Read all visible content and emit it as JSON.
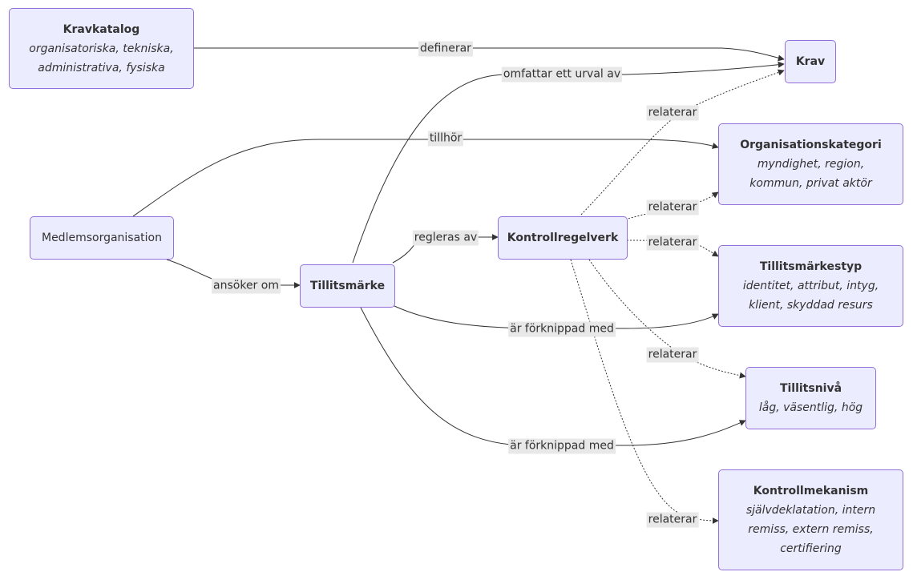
{
  "nodes": {
    "kravkatalog": {
      "title": "Kravkatalog",
      "sub1": "organisatoriska, tekniska,",
      "sub2": "administrativa, fysiska"
    },
    "krav": {
      "title": "Krav"
    },
    "organisationskategori": {
      "title": "Organisationskategori",
      "sub1": "myndighet, region,",
      "sub2": "kommun, privat aktör"
    },
    "medlemsorganisation": {
      "title": "Medlemsorganisation"
    },
    "tillitsmarke": {
      "title": "Tillitsmärke"
    },
    "kontrollregelverk": {
      "title": "Kontrollregelverk"
    },
    "tillitsmarkestyp": {
      "title": "Tillitsmärkestyp",
      "sub1": "identitet, attribut, intyg,",
      "sub2": "klient, skyddad resurs"
    },
    "tillitsniva": {
      "title": "Tillitsnivå",
      "sub1": "låg, väsentlig, hög"
    },
    "kontrollmekanism": {
      "title": "Kontrollmekanism",
      "sub1": "självdeklatation, intern",
      "sub2": "remiss, extern remiss,",
      "sub3": "certifiering"
    }
  },
  "edges": {
    "definerar": "definerar",
    "omfattar": "omfattar ett urval av",
    "tillhor": "tillhör",
    "ansoker": "ansöker om",
    "regleras": "regleras av",
    "forknippad_typ": "är förknippad med",
    "forknippad_niva": "är förknippad med",
    "rel_krav": "relaterar",
    "rel_org": "relaterar",
    "rel_typ": "relaterar",
    "rel_niva": "relaterar",
    "rel_mek": "relaterar"
  },
  "colors": {
    "node_fill": "#ECECFF",
    "node_border": "#9370DB",
    "edge": "#333333",
    "label_bg": "#e8e8e8"
  }
}
